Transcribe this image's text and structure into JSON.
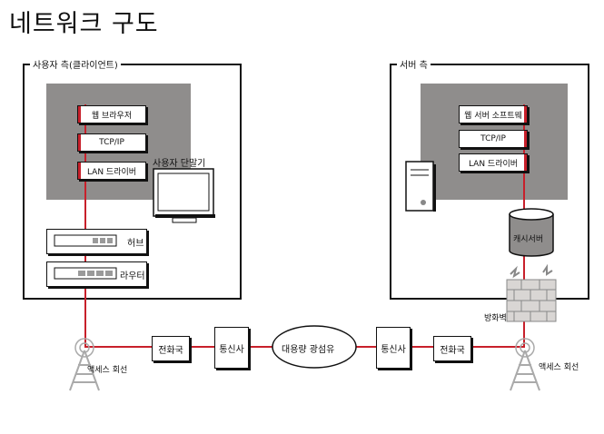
{
  "title": "네트워크 구도",
  "client": {
    "label": "사용자 측(클라이언트)",
    "stack": [
      "웹 브라우저",
      "TCP/IP",
      "LAN 드라이버"
    ],
    "terminal": "사용자 단말기",
    "hub": "허브",
    "router": "라우터"
  },
  "server": {
    "label": "서버 측",
    "stack": [
      "웹 서버 소프트웨",
      "TCP/IP",
      "LAN 드라이버"
    ],
    "cache": "캐시서버",
    "firewall": "방화벽"
  },
  "network": {
    "left_access": "액세스 회선",
    "left_exchange": "전화국",
    "left_carrier": "통신사",
    "backbone": "대용량 광섬유",
    "right_carrier": "통신사",
    "right_exchange": "전화국",
    "right_access": "액세스 회선"
  },
  "colors": {
    "accent": "#c8202b",
    "panel_gray": "#8f8d8c"
  }
}
